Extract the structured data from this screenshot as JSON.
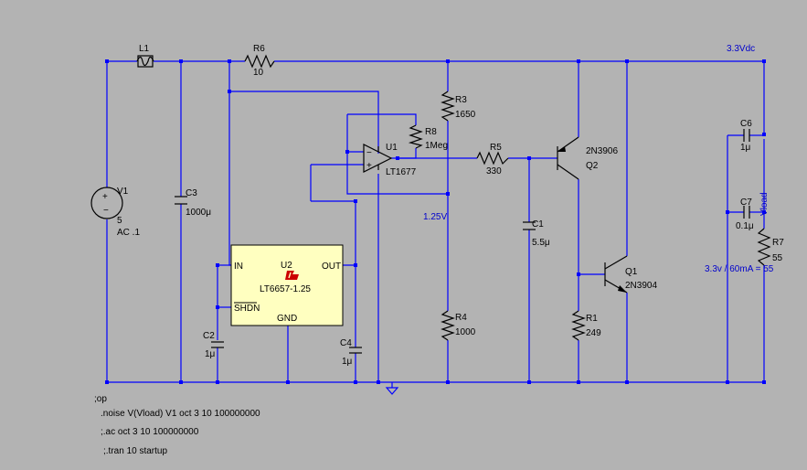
{
  "colors": {
    "background": "#b3b3b3",
    "wire": "#0000ff",
    "component": "#000000",
    "net_label": "#0000cc",
    "chip_fill": "#ffffc0",
    "logo": "#cc0000"
  },
  "components": {
    "L1": {
      "name": "L1"
    },
    "R6": {
      "name": "R6",
      "value": "10"
    },
    "R3": {
      "name": "R3",
      "value": "1650"
    },
    "R8": {
      "name": "R8",
      "value": "1Meg"
    },
    "U1": {
      "name": "U1",
      "value": "LT1677"
    },
    "R5": {
      "name": "R5",
      "value": "330"
    },
    "Q2": {
      "name": "Q2",
      "value": "2N3906"
    },
    "C6": {
      "name": "C6",
      "value": "1μ"
    },
    "C7": {
      "name": "C7",
      "value": "0.1μ"
    },
    "R7": {
      "name": "R7",
      "value": "55"
    },
    "V1": {
      "name": "V1",
      "value": "5",
      "extra": "AC .1"
    },
    "C3": {
      "name": "C3",
      "value": "1000μ"
    },
    "C1": {
      "name": "C1",
      "value": "5.5μ"
    },
    "Q1": {
      "name": "Q1",
      "value": "2N3904"
    },
    "R1": {
      "name": "R1",
      "value": "249"
    },
    "R4": {
      "name": "R4",
      "value": "1000"
    },
    "C2": {
      "name": "C2",
      "value": "1μ"
    },
    "C4": {
      "name": "C4",
      "value": "1μ"
    },
    "U2": {
      "name": "U2",
      "value": "LT6657-1.25",
      "pin_in": "IN",
      "pin_out": "OUT",
      "pin_shdn": "SHDN",
      "pin_gnd": "GND"
    }
  },
  "net_labels": {
    "supply": "3.3Vdc",
    "ref": "1.25V",
    "load": "Vload",
    "load_note": "3.3v / 60mA = 55"
  },
  "directives": {
    "op": ";op",
    "noise": ".noise V(Vload) V1 oct 3 10 100000000",
    "ac": ";.ac oct 3 10 100000000",
    "tran": ";.tran 10 startup"
  }
}
